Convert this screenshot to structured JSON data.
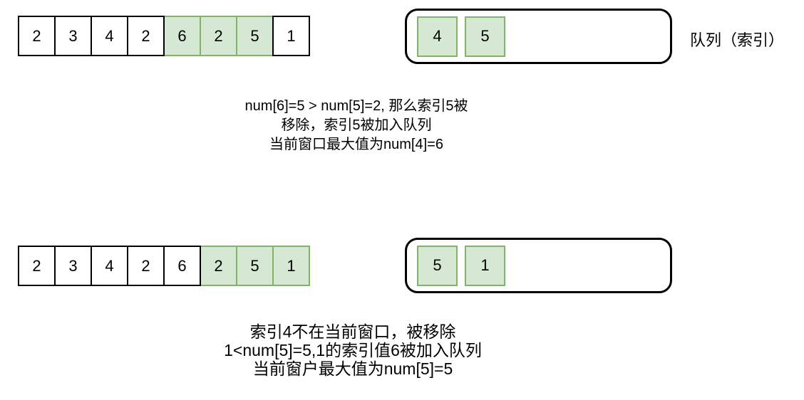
{
  "colors": {
    "highlight_fill": "#d5e8d4",
    "highlight_stroke": "#82b366",
    "box_stroke": "#000000",
    "text": "#000000"
  },
  "queue_label": "队列（索引）",
  "sections": [
    {
      "array": {
        "values": [
          "2",
          "3",
          "4",
          "2",
          "6",
          "2",
          "5",
          "1"
        ],
        "highlighted_indices": [
          4,
          5,
          6
        ]
      },
      "queue": {
        "items": [
          "4",
          "5"
        ]
      },
      "caption_lines": [
        "num[6]=5  > num[5]=2, 那么索引5被",
        "移除，索引5被加入队列",
        "当前窗口最大值为num[4]=6"
      ]
    },
    {
      "array": {
        "values": [
          "2",
          "3",
          "4",
          "2",
          "6",
          "2",
          "5",
          "1"
        ],
        "highlighted_indices": [
          5,
          6,
          7
        ]
      },
      "queue": {
        "items": [
          "5",
          "1"
        ]
      },
      "caption_lines": [
        "索引4不在当前窗口，被移除",
        "1<num[5]=5,1的索引值6被加入队列",
        "当前窗户最大值为num[5]=5"
      ]
    }
  ]
}
